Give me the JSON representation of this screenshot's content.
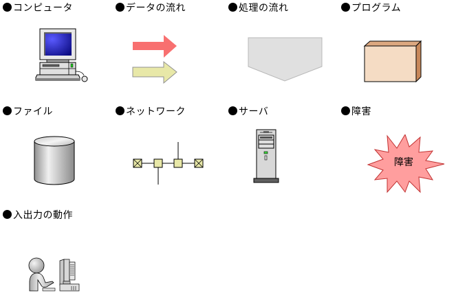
{
  "legend_items": [
    {
      "label": "コンピュータ",
      "icon": "computer-icon"
    },
    {
      "label": "データの流れ",
      "icon": "data-flow-arrows-icon"
    },
    {
      "label": "処理の流れ",
      "icon": "process-flow-pentagon-icon"
    },
    {
      "label": "プログラム",
      "icon": "program-box-icon"
    },
    {
      "label": "ファイル",
      "icon": "file-cylinder-icon"
    },
    {
      "label": "ネットワーク",
      "icon": "network-icon"
    },
    {
      "label": "サーバ",
      "icon": "server-tower-icon"
    },
    {
      "label": "障害",
      "icon": "failure-burst-icon",
      "icon_text": "障害"
    },
    {
      "label": "入出力の動作",
      "icon": "user-at-computer-icon"
    }
  ],
  "colors": {
    "monitor_screen": "#1a1aa0",
    "arrow_primary": "#f87070",
    "arrow_secondary": "#e8e8a8",
    "process_fill": "#e0e0e0",
    "program_front": "#f5dcc4",
    "program_side": "#c8885a",
    "network_node": "#e8e8a8",
    "server_body": "#d8d8d8",
    "burst_fill": "#ff9e9e",
    "burst_stroke": "#c03030"
  }
}
